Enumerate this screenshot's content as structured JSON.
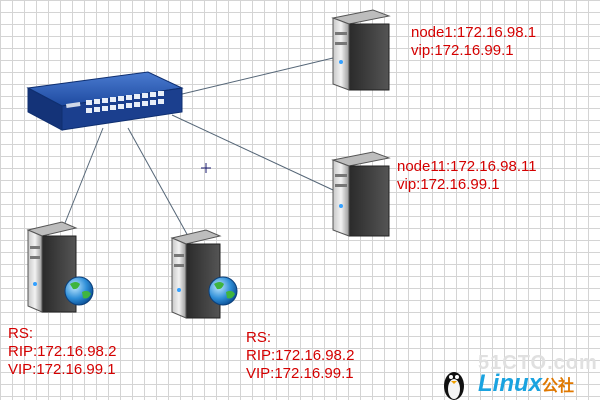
{
  "nodes": [
    {
      "id": "node1",
      "lines": [
        "node1:172.16.98.1",
        "vip:172.16.99.1"
      ]
    },
    {
      "id": "node11",
      "lines": [
        "node11:172.16.98.11",
        "vip:172.16.99.1"
      ]
    },
    {
      "id": "rs1",
      "lines": [
        "RS:",
        "RIP:172.16.98.2",
        "VIP:172.16.99.1"
      ]
    },
    {
      "id": "rs2",
      "lines": [
        "RS:",
        "RIP:172.16.98.2",
        "VIP:172.16.99.1"
      ]
    }
  ],
  "watermark": {
    "site": "51CTO.com",
    "brand": "Linux",
    "brand_cn": "公社"
  }
}
